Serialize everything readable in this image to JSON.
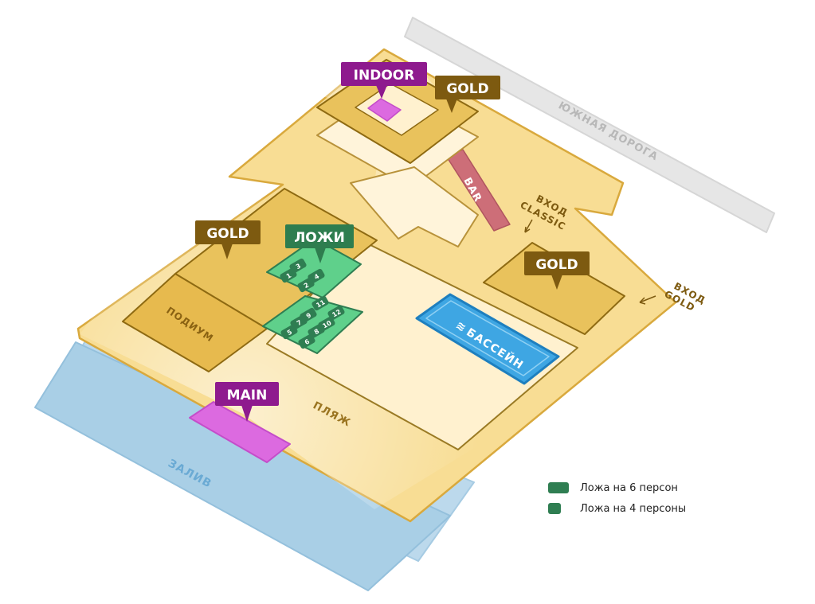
{
  "colors": {
    "water": "#a9cfe6",
    "water_edge": "#94c0dc",
    "ground": "#f8dd94",
    "ground_edge": "#d9a93d",
    "gold_zone": "#e9c25c",
    "gold_edge": "#8e6a12",
    "beach": "#fff1cf",
    "gold_tag": "#7d5a10",
    "purple_tag": "#8e1a8e",
    "stage_pink": "#dc6ae0",
    "green_tag": "#2e7d4f",
    "lodge_light": "#5fd08b",
    "lodge_dark": "#2f7e52",
    "pool": "#3ea6e3",
    "pool_edge": "#1e7fbf",
    "bar": "#cd6e78",
    "road": "#e6e6e6"
  },
  "labels": {
    "indoor": "INDOOR",
    "gold_top": "GOLD",
    "gold_left": "GOLD",
    "gold_right": "GOLD",
    "lodges": "ЛОЖИ",
    "main": "MAIN",
    "bar": "BAR",
    "road": "ЮЖНАЯ ДОРОГА",
    "entrance_classic_1": "ВХОД",
    "entrance_classic_2": "CLASSIC",
    "entrance_gold_1": "ВХОД",
    "entrance_gold_2": "GOLD",
    "podium": "ПОДИУМ",
    "beach": "ПЛЯЖ",
    "pool": "БАССЕЙН",
    "bay": "ЗАЛИВ"
  },
  "lodges": {
    "group_a": [
      "3",
      "4",
      "1",
      "2"
    ],
    "group_b": [
      "11",
      "12",
      "9",
      "10",
      "7",
      "8",
      "5",
      "6"
    ]
  },
  "legend": {
    "six": "Ложа на 6 персон",
    "four": "Ложа на 4 персоны"
  }
}
